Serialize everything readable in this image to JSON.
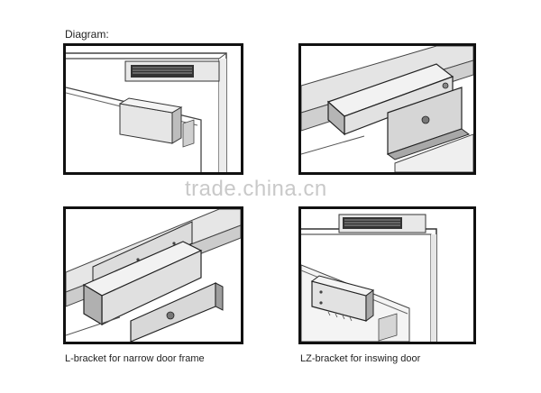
{
  "heading": "Diagram:",
  "captions": {
    "l_bracket": "L-bracket for narrow door frame",
    "lz_bracket": "LZ-bracket for inswing door"
  },
  "watermark": "trade.china.cn",
  "colors": {
    "border": "#111111",
    "frame_gray": "#d8d8d8",
    "lock_body": "#e8e8e8",
    "lock_dark": "#555555",
    "watermark": "#c9c9c9"
  }
}
